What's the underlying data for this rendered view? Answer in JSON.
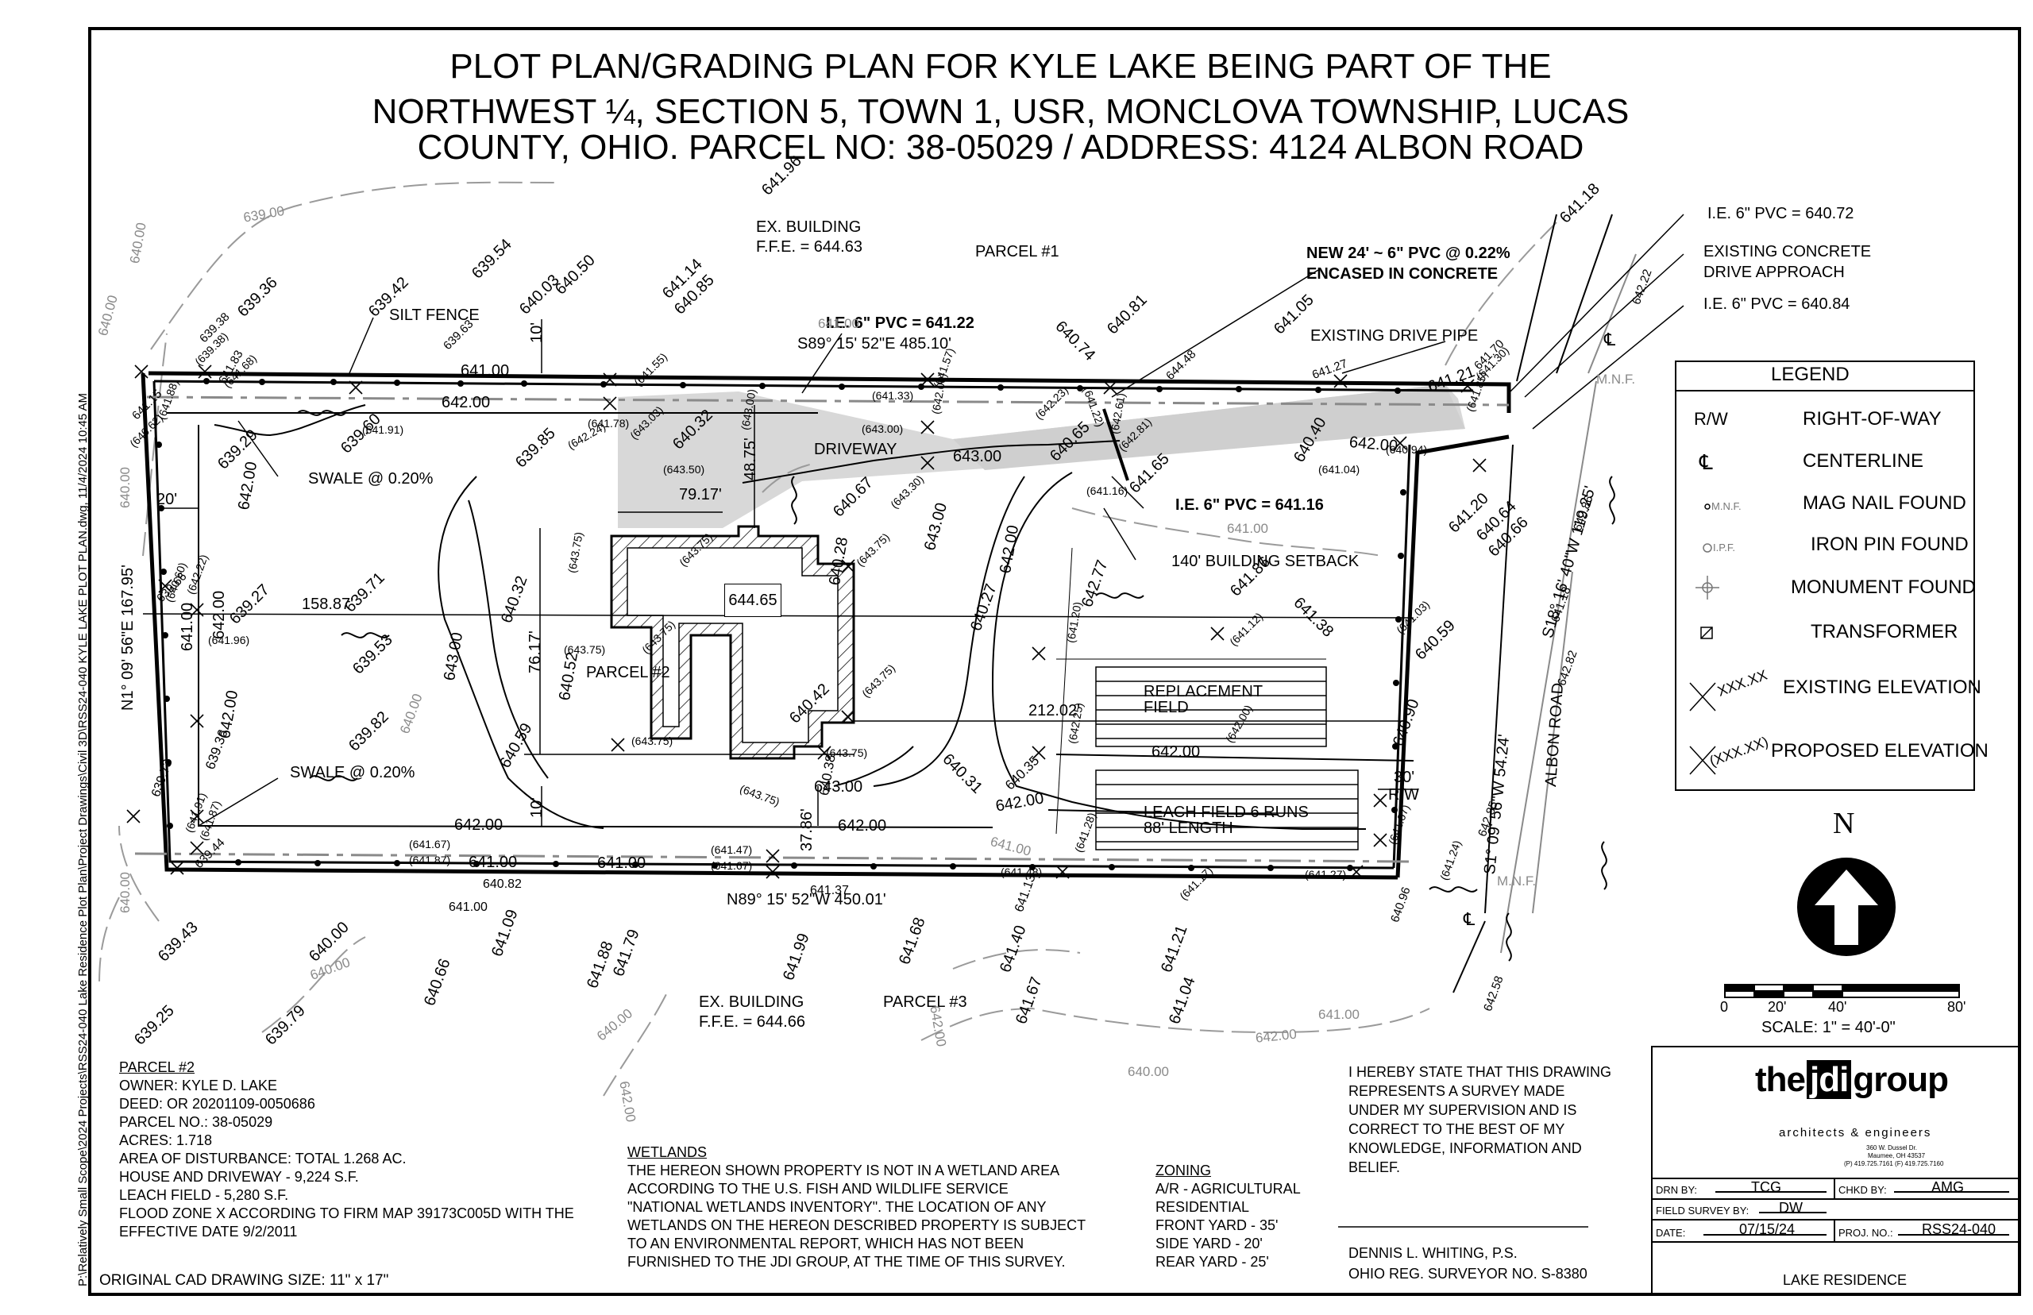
{
  "title": {
    "line1": "PLOT PLAN/GRADING PLAN FOR KYLE LAKE BEING PART OF THE",
    "line2": "NORTHWEST ¼, SECTION 5, TOWN 1, USR, MONCLOVA TOWNSHIP, LUCAS",
    "line3": "COUNTY, OHIO.  PARCEL NO: 38-05029 / ADDRESS: 4124 ALBON ROAD"
  },
  "side_path": "P:\\Relatively Small Scope\\2024 Projects\\RSS24-040 Lake Residence Plot Plan\\Project Drawings\\Civil 3D\\RSS24-040 KYLE LAKE PLOT PLAN.dwg,  11/4/2024  10:45 AM",
  "plan_labels": {
    "ex_building_top": "EX. BUILDING",
    "ffe_top": "F.F.E. = 644.63",
    "parcel1": "PARCEL #1",
    "new_pvc": "NEW 24' ~ 6\" PVC @ 0.22%",
    "encased": "ENCASED IN CONCRETE",
    "ie_640_72": "I.E. 6\" PVC = 640.72",
    "existing_concrete": "EXISTING CONCRETE",
    "drive_approach": "DRIVE APPROACH",
    "ie_640_84": "I.E. 6\" PVC = 640.84",
    "existing_drive_pipe": "EXISTING DRIVE PIPE",
    "silt_fence": "SILT FENCE",
    "ie_641_22": "I.E. 6\" PVC = 641.22",
    "bearing_top": "S89° 15' 52\"E  485.10'",
    "driveway": "DRIVEWAY",
    "ie_641_16": "I.E. 6\" PVC = 641.16",
    "building_setback": "140' BUILDING SETBACK",
    "swale_top": "SWALE @ 0.20%",
    "swale_bottom": "SWALE @ 0.20%",
    "ffe_house": "644.65",
    "parcel2": "PARCEL #2",
    "replacement_field_1": "REPLACEMENT",
    "replacement_field_2": "FIELD",
    "leach_field_1": "LEACH FIELD 6 RUNS",
    "leach_field_2": "88' LENGTH",
    "dim_20": "20'",
    "dim_10_top": "10'",
    "dim_10_bottom": "10'",
    "dim_79": "79.17'",
    "dim_48": "48.75'",
    "dim_158": "158.87'",
    "dim_76": "76.17'",
    "dim_212": "212.02'",
    "dim_37": "37.86'",
    "dim_30": "30'",
    "rw": "R/W",
    "bearing_left": "N1° 09' 56\"E  167.95'",
    "bearing_bottom": "N89° 15' 52\"W  450.01'",
    "bearing_right": "S1° 09' 56\"W  54.24'",
    "bearing_right2": "S18° 16' 40\"W  119.25'",
    "albon_road": "ALBON ROAD",
    "mnf_top": "M.N.F.",
    "mnf_bottom": "M.N.F.",
    "ex_building_bottom": "EX. BUILDING",
    "ffe_bottom": "F.F.E. = 644.66",
    "parcel3": "PARCEL #3"
  },
  "contours_existing": [
    "639.00",
    "640.00",
    "640.00",
    "641.00",
    "640.00",
    "640.00",
    "641.00",
    "641.00",
    "642.00",
    "640.00",
    "640.00",
    "640.00",
    "642.00",
    "640.00",
    "641.00",
    "642.00"
  ],
  "proposed_contours": [
    "641.00",
    "642.00",
    "642.00",
    "642.00",
    "643.00",
    "643.00",
    "643.00",
    "643.00",
    "642.00",
    "642.00",
    "642.00",
    "641.00",
    "642.00",
    "642.00",
    "641.00",
    "642.00",
    "641.00",
    "641.00",
    "642.00"
  ],
  "existing_elevations": [
    "639.38",
    "639.36",
    "639.42",
    "639.54",
    "640.03",
    "640.50",
    "641.14",
    "640.85",
    "641.96",
    "640.74",
    "640.81",
    "641.05",
    "641.18",
    "639.63",
    "641.15",
    "639.29",
    "639.60",
    "639.85",
    "640.32",
    "640.67",
    "640.65",
    "641.65",
    "641.20",
    "640.64",
    "640.66",
    "639.66",
    "639.27",
    "639.71",
    "639.53",
    "640.32",
    "640.27",
    "642.77",
    "641.86",
    "641.38",
    "640.59",
    "639.82",
    "639.36",
    "640.59",
    "640.42",
    "640.31",
    "640.28",
    "640.90",
    "639.73",
    "639.44",
    "640.82",
    "641.37",
    "640.38",
    "640.35",
    "641.13",
    "640.96",
    "639.43",
    "640.00",
    "641.09",
    "640.66",
    "641.88",
    "641.79",
    "641.99",
    "641.68",
    "641.40",
    "641.67",
    "641.21",
    "641.04",
    "639.25",
    "639.79",
    "642.58",
    "642.82",
    "642.86",
    "642.85",
    "642.22",
    "641.21",
    "641.70",
    "644.48",
    "641.27",
    "640.40",
    "641.83",
    "640.52",
    "641.18"
  ],
  "proposed_elevations": [
    "(641.68)",
    "(641.55)",
    "(641.57)",
    "(641.22)",
    "(641.91)",
    "(641.78)",
    "(643.03)",
    "(643.00)",
    "(642.24)",
    "(641.33)",
    "(642.00)",
    "(642.23)",
    "(642.61)",
    "(642.81)",
    "(643.00)",
    "(643.50)",
    "(643.30)",
    "(641.16)",
    "(641.04)",
    "(640.94)",
    "(641.85)",
    "(643.75)",
    "(643.75)",
    "(643.75)",
    "(643.75)",
    "(643.75)",
    "(643.75)",
    "(643.75)",
    "(643.75)",
    "(643.75)",
    "(642.22)",
    "(641.96)",
    "(641.20)",
    "(641.12)",
    "(641.03)",
    "(642.25)",
    "(642.00)",
    "(641.28)",
    "(641.47)",
    "(641.67)",
    "(641.67)",
    "(641.87)",
    "(641.48)",
    "(641.17)",
    "(641.27)",
    "(641.07)",
    "(641.24)",
    "(641.91)",
    "(641.87)",
    "(641.30)",
    "(640.62)",
    "(641.88)",
    "(639.38)",
    "(640.60)"
  ],
  "legend": {
    "title": "LEGEND",
    "items": [
      {
        "symbol": "R/W",
        "label": "RIGHT-OF-WAY"
      },
      {
        "symbol": "centerline-icon",
        "label": "CENTERLINE"
      },
      {
        "symbol": "M.N.F.",
        "label": "MAG NAIL FOUND"
      },
      {
        "symbol": "I.P.F.",
        "label": "IRON PIN FOUND"
      },
      {
        "symbol": "monument-icon",
        "label": "MONUMENT FOUND"
      },
      {
        "symbol": "transformer-icon",
        "label": "TRANSFORMER"
      },
      {
        "symbol": "XXX.XX",
        "label": "EXISTING ELEVATION"
      },
      {
        "symbol": "(XXX.XX)",
        "label": "PROPOSED ELEVATION"
      }
    ]
  },
  "north": "N",
  "scale": {
    "ticks": [
      "0",
      "20'",
      "40'",
      "80'"
    ],
    "label": "SCALE: 1\" = 40'-0\""
  },
  "parcel_info": {
    "lines": [
      "PARCEL #2",
      "OWNER:  KYLE D. LAKE",
      "DEED:  OR 20201109-0050686",
      "PARCEL NO.:  38-05029",
      "ACRES: 1.718",
      "AREA OF DISTURBANCE:  TOTAL 1.268 AC.",
      "HOUSE AND DRIVEWAY - 9,224 S.F.",
      "LEACH FIELD - 5,280 S.F.",
      "FLOOD ZONE X ACCORDING TO FIRM MAP 39173C005D WITH THE",
      "EFFECTIVE DATE 9/2/2011"
    ],
    "original_size": "ORIGINAL CAD DRAWING SIZE: 11\" x 17\""
  },
  "wetlands": {
    "heading": "WETLANDS",
    "lines": [
      "THE HEREON SHOWN PROPERTY IS NOT IN A WETLAND AREA",
      "ACCORDING TO THE U.S. FISH AND WILDLIFE SERVICE",
      "\"NATIONAL WETLANDS INVENTORY\".  THE LOCATION OF ANY",
      "WETLANDS ON THE HEREON DESCRIBED PROPERTY IS SUBJECT",
      "TO AN ENVIRONMENTAL REPORT, WHICH HAS NOT BEEN",
      "FURNISHED TO THE JDI GROUP, AT THE TIME OF THIS SURVEY."
    ]
  },
  "zoning": {
    "heading": "ZONING",
    "lines": [
      "A/R - AGRICULTURAL",
      "RESIDENTIAL",
      "FRONT YARD - 35'",
      "SIDE YARD - 20'",
      "REAR YARD - 25'"
    ]
  },
  "certification": {
    "lines": [
      "I HEREBY STATE THAT THIS DRAWING",
      "REPRESENTS A SURVEY MADE",
      "UNDER MY SUPERVISION AND IS",
      "CORRECT TO THE BEST OF MY",
      "KNOWLEDGE, INFORMATION AND",
      "BELIEF."
    ],
    "surveyor": "DENNIS L. WHITING, P.S.",
    "reg": "OHIO REG. SURVEYOR NO. S-8380"
  },
  "title_block": {
    "logo_the": "the",
    "logo_jdi": "jdi",
    "logo_group": "group",
    "tagline": "architects & engineers",
    "address1": "360 W. Dussel Dr.",
    "address2": "Maumee, OH 43537",
    "phone": "(P) 419.725.7161  (F) 419.725.7160",
    "drn_by_label": "DRN BY:",
    "drn_by": "TCG",
    "chkd_by_label": "CHKD BY:",
    "chkd_by": "AMG",
    "field_survey_label": "FIELD SURVEY BY:",
    "field_survey": "DW",
    "date_label": "DATE:",
    "date": "07/15/24",
    "proj_no_label": "PROJ. NO.:",
    "proj_no": "RSS24-040",
    "project_name": "LAKE RESIDENCE"
  }
}
